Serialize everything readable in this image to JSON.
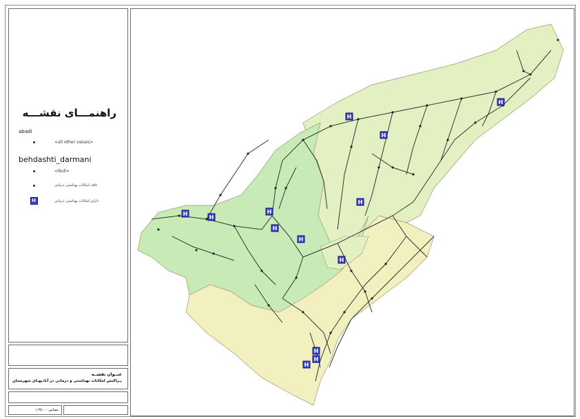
{
  "legend": {
    "title": "راهنمـــای نقشـــه",
    "field1": "abadi",
    "item_all_other": "<all other values>",
    "field2": "behdashti_darmani",
    "item_null": "<Null>",
    "item_no_facility": "فاقد امکانات بهداشتی درمانی",
    "item_has_facility": "دارای امکانات بهداشتی درمانی",
    "facility_icon_letter": "H"
  },
  "title_block": {
    "heading": "عنــوان نقشــه",
    "subtitle": "پـراکنش امکانات بهداشتی و درمانی در آبادیهـای شهرستان"
  },
  "scale_text": "مقیاس ۱:۲۵۰۰۰",
  "colors": {
    "zone_green": "#c8eab7",
    "zone_lightgreen": "#e2f0c2",
    "zone_yellow": "#f3f0bf",
    "roads": "#333333",
    "facility_icon": "#3b40c9"
  }
}
